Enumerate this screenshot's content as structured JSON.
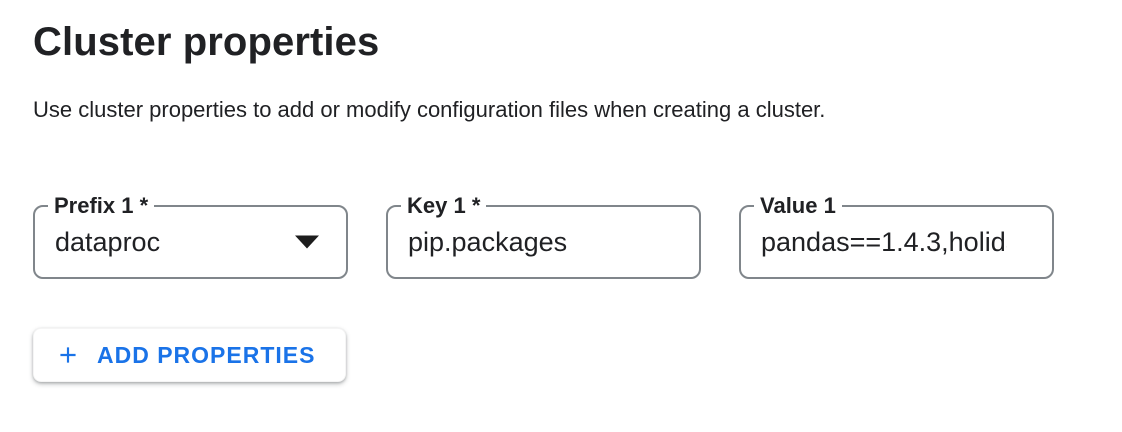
{
  "section": {
    "title": "Cluster properties",
    "description": "Use cluster properties to add or modify configuration files when creating a cluster."
  },
  "property_row": {
    "prefix": {
      "label": "Prefix 1 *",
      "value": "dataproc",
      "control": "dropdown"
    },
    "key": {
      "label": "Key 1 *",
      "value": "pip.packages",
      "control": "text-input"
    },
    "value": {
      "label": "Value 1",
      "value": "pandas==1.4.3,holiday",
      "control": "text-input",
      "display_truncated": true
    }
  },
  "actions": {
    "add_properties_label": "ADD PROPERTIES"
  },
  "icons": {
    "plus": "plus-icon",
    "dropdown_arrow": "dropdown-arrow-icon"
  },
  "colors": {
    "accent_blue": "#1a73e8",
    "field_border_gray": "#80868b",
    "text_primary": "#202124",
    "background": "#ffffff"
  }
}
